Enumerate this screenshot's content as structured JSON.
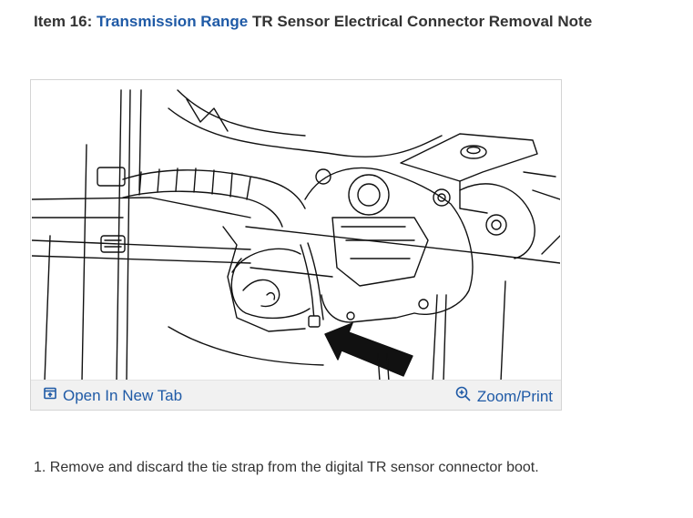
{
  "heading": {
    "prefix": "Item 16: ",
    "link_text": "Transmission Range",
    "suffix": " TR Sensor Electrical Connector Removal Note"
  },
  "figure": {
    "open_tab_label": "Open In New Tab",
    "open_tab_icon": "open-in-new-tab-icon",
    "zoom_label": "Zoom/Print",
    "zoom_icon": "zoom-in-icon"
  },
  "steps": [
    {
      "number": "1.",
      "text": "Remove and discard the tie strap from the digital TR sensor connector boot."
    }
  ],
  "colors": {
    "link": "#1f5aa6",
    "bar_background": "#f1f1f1",
    "text": "#333333"
  }
}
